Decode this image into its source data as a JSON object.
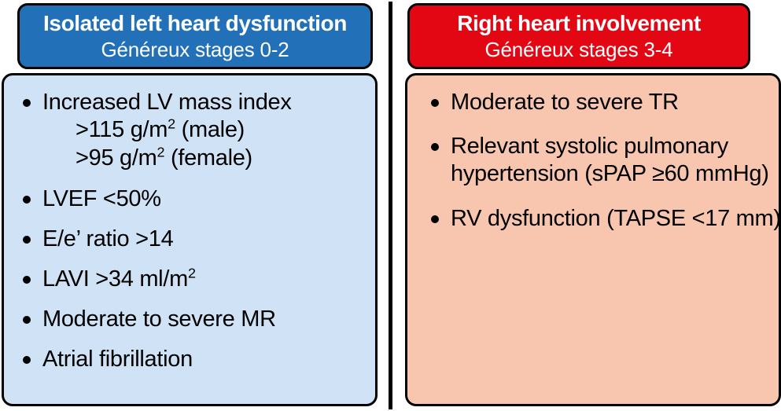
{
  "colors": {
    "left_header_bg": "#2170b8",
    "left_body_bg": "#cfe2f6",
    "right_header_bg": "#e30613",
    "right_body_bg": "#f8c6ae",
    "border": "#000000",
    "header_text": "#ffffff",
    "body_text": "#000000"
  },
  "panels": [
    {
      "id": "isolated-left-heart-dysfunction",
      "header": {
        "title": "Isolated left heart dysfunction",
        "subtitle": "Généreux stages 0-2"
      },
      "bullets": [
        {
          "main": "Increased LV mass index",
          "sub": [
            ">115 g/m² (male)",
            ">95 g/m² (female)"
          ]
        },
        {
          "main": "LVEF <50%",
          "sub": []
        },
        {
          "main": "E/e’ ratio >14",
          "sub": []
        },
        {
          "main": "LAVI >34 ml/m²",
          "sub": []
        },
        {
          "main": "Moderate to severe MR",
          "sub": []
        },
        {
          "main": "Atrial fibrillation",
          "sub": []
        }
      ]
    },
    {
      "id": "right-heart-involvement",
      "header": {
        "title": "Right heart involvement",
        "subtitle": "Généreux stages 3-4"
      },
      "bullets": [
        {
          "main": "Moderate to severe TR",
          "sub": []
        },
        {
          "main": "Relevant systolic pulmonary",
          "wrap": [
            "hypertension (sPAP ≥60 mmHg)"
          ],
          "sub": []
        },
        {
          "main": "RV dysfunction (TAPSE <17 mm)",
          "sub": []
        }
      ]
    }
  ]
}
